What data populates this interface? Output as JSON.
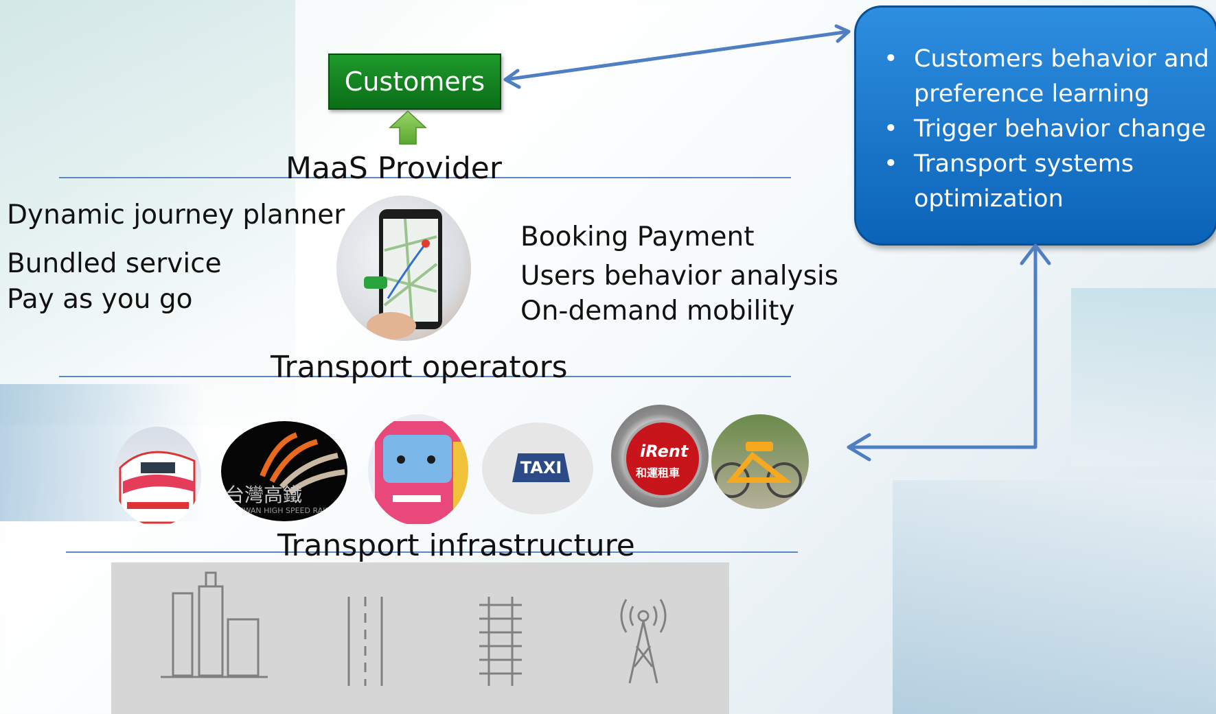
{
  "customers": {
    "label": "Customers"
  },
  "maas_provider": {
    "title": "MaaS Provider",
    "left_features": [
      "Dynamic journey planner",
      "Bundled service",
      "Pay as you go"
    ],
    "right_features": [
      "Booking Payment",
      "Users behavior analysis",
      "On-demand mobility"
    ]
  },
  "transport_operators": {
    "title": "Transport operators",
    "logos": [
      "train-logo",
      "thsr-logo",
      "bus-logo",
      "taxi-logo",
      "irent-logo",
      "bike-logo"
    ],
    "taxi_label": "TAXI",
    "thsr_label": "台灣高鐵",
    "thsr_sub": "TAIWAN HIGH SPEED RAIL",
    "irent_label": "iRent",
    "irent_sub": "和運租車"
  },
  "transport_infrastructure": {
    "title": "Transport infrastructure",
    "icons": [
      "city-buildings-icon",
      "road-icon",
      "railway-icon",
      "signal-tower-icon"
    ]
  },
  "insights_box": {
    "items": [
      "Customers behavior and preference learning",
      "Trigger behavior change",
      "Transport systems optimization"
    ]
  },
  "colors": {
    "customers_green": "#138a22",
    "box_blue": "#1478cf",
    "arrow_blue": "#4f7fc2",
    "divider_blue": "#5b87c5"
  }
}
